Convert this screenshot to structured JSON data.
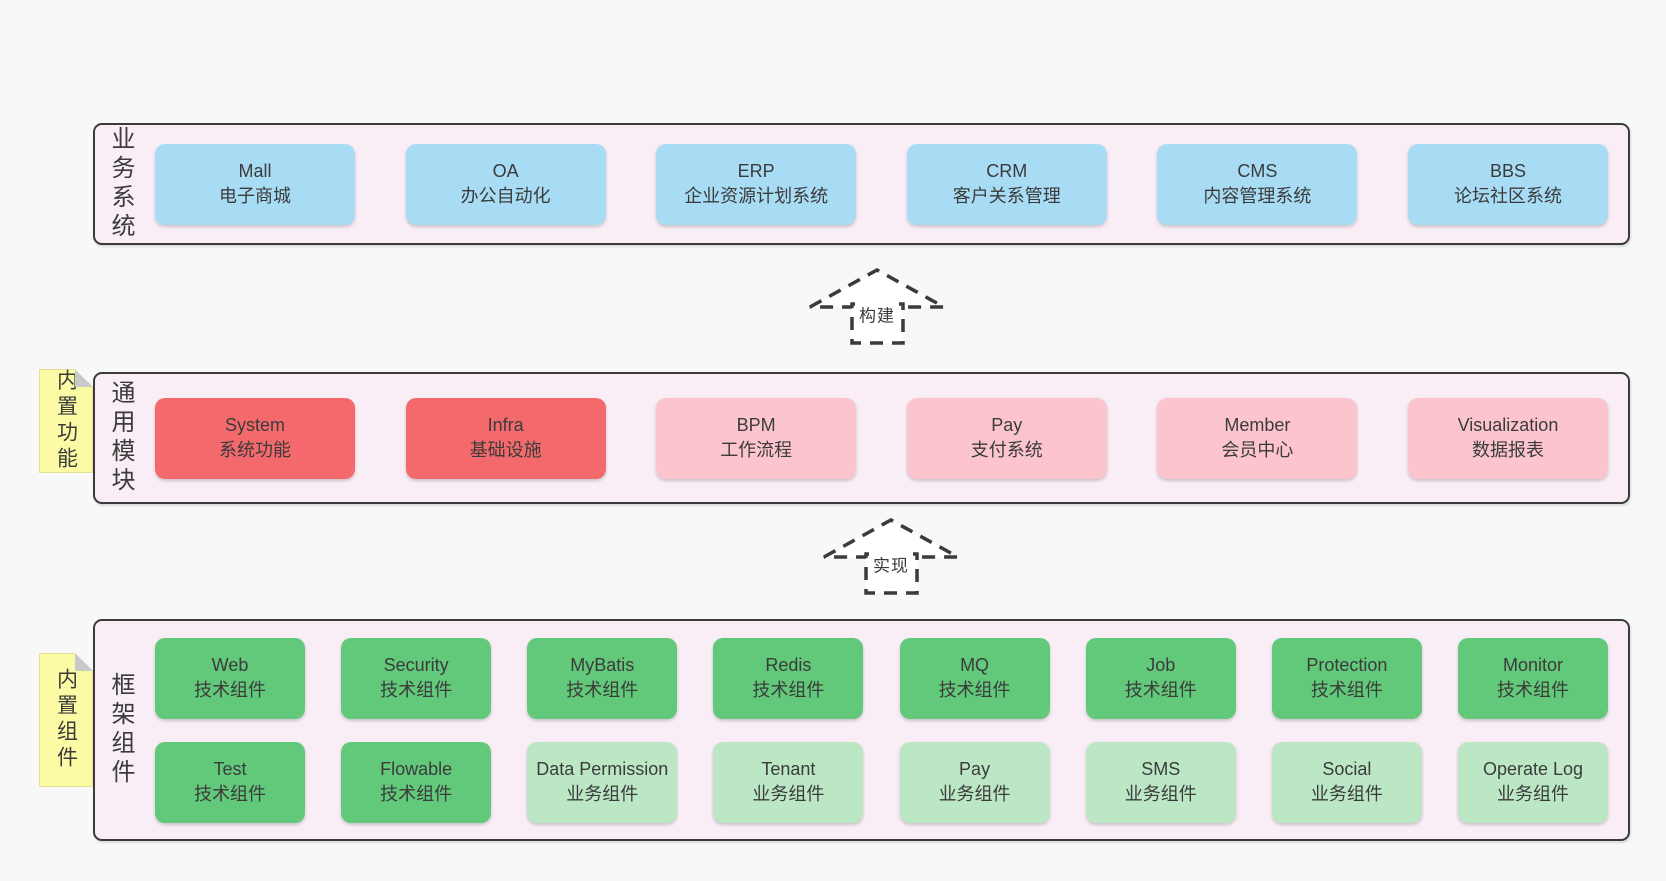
{
  "colors": {
    "page_bg": "#f8f8f8",
    "panel_bg": "#f9edf6",
    "panel_border": "#3b3b3b",
    "text": "#3b3b3b",
    "blue": "#a8dcf4",
    "red": "#f4696b",
    "pink": "#fcc5ce",
    "green": "#62c97a",
    "lightgreen": "#bce7c5",
    "note_bg": "#fbfba6"
  },
  "arrows": [
    {
      "label": "构建"
    },
    {
      "label": "实现"
    }
  ],
  "sections": [
    {
      "name": "business-systems",
      "side_label": "业务系统",
      "sticky_note": null,
      "rows": [
        {
          "items": [
            {
              "title": "Mall",
              "subtitle": "电子商城",
              "variant": "blue"
            },
            {
              "title": "OA",
              "subtitle": "办公自动化",
              "variant": "blue"
            },
            {
              "title": "ERP",
              "subtitle": "企业资源计划系统",
              "variant": "blue"
            },
            {
              "title": "CRM",
              "subtitle": "客户关系管理",
              "variant": "blue"
            },
            {
              "title": "CMS",
              "subtitle": "内容管理系统",
              "variant": "blue"
            },
            {
              "title": "BBS",
              "subtitle": "论坛社区系统",
              "variant": "blue"
            }
          ]
        }
      ]
    },
    {
      "name": "common-modules",
      "side_label": "通用模块",
      "sticky_note": "内置功能",
      "rows": [
        {
          "items": [
            {
              "title": "System",
              "subtitle": "系统功能",
              "variant": "red"
            },
            {
              "title": "Infra",
              "subtitle": "基础设施",
              "variant": "red"
            },
            {
              "title": "BPM",
              "subtitle": "工作流程",
              "variant": "pink"
            },
            {
              "title": "Pay",
              "subtitle": "支付系统",
              "variant": "pink"
            },
            {
              "title": "Member",
              "subtitle": "会员中心",
              "variant": "pink"
            },
            {
              "title": "Visualization",
              "subtitle": "数据报表",
              "variant": "pink"
            }
          ]
        }
      ]
    },
    {
      "name": "framework-components",
      "side_label": "框架组件",
      "sticky_note": "内置组件",
      "rows": [
        {
          "items": [
            {
              "title": "Web",
              "subtitle": "技术组件",
              "variant": "green"
            },
            {
              "title": "Security",
              "subtitle": "技术组件",
              "variant": "green"
            },
            {
              "title": "MyBatis",
              "subtitle": "技术组件",
              "variant": "green"
            },
            {
              "title": "Redis",
              "subtitle": "技术组件",
              "variant": "green"
            },
            {
              "title": "MQ",
              "subtitle": "技术组件",
              "variant": "green"
            },
            {
              "title": "Job",
              "subtitle": "技术组件",
              "variant": "green"
            },
            {
              "title": "Protection",
              "subtitle": "技术组件",
              "variant": "green"
            },
            {
              "title": "Monitor",
              "subtitle": "技术组件",
              "variant": "green"
            }
          ]
        },
        {
          "items": [
            {
              "title": "Test",
              "subtitle": "技术组件",
              "variant": "green"
            },
            {
              "title": "Flowable",
              "subtitle": "技术组件",
              "variant": "green"
            },
            {
              "title": "Data Permission",
              "subtitle": "业务组件",
              "variant": "lightgreen"
            },
            {
              "title": "Tenant",
              "subtitle": "业务组件",
              "variant": "lightgreen"
            },
            {
              "title": "Pay",
              "subtitle": "业务组件",
              "variant": "lightgreen"
            },
            {
              "title": "SMS",
              "subtitle": "业务组件",
              "variant": "lightgreen"
            },
            {
              "title": "Social",
              "subtitle": "业务组件",
              "variant": "lightgreen"
            },
            {
              "title": "Operate Log",
              "subtitle": "业务组件",
              "variant": "lightgreen"
            }
          ]
        }
      ]
    }
  ]
}
